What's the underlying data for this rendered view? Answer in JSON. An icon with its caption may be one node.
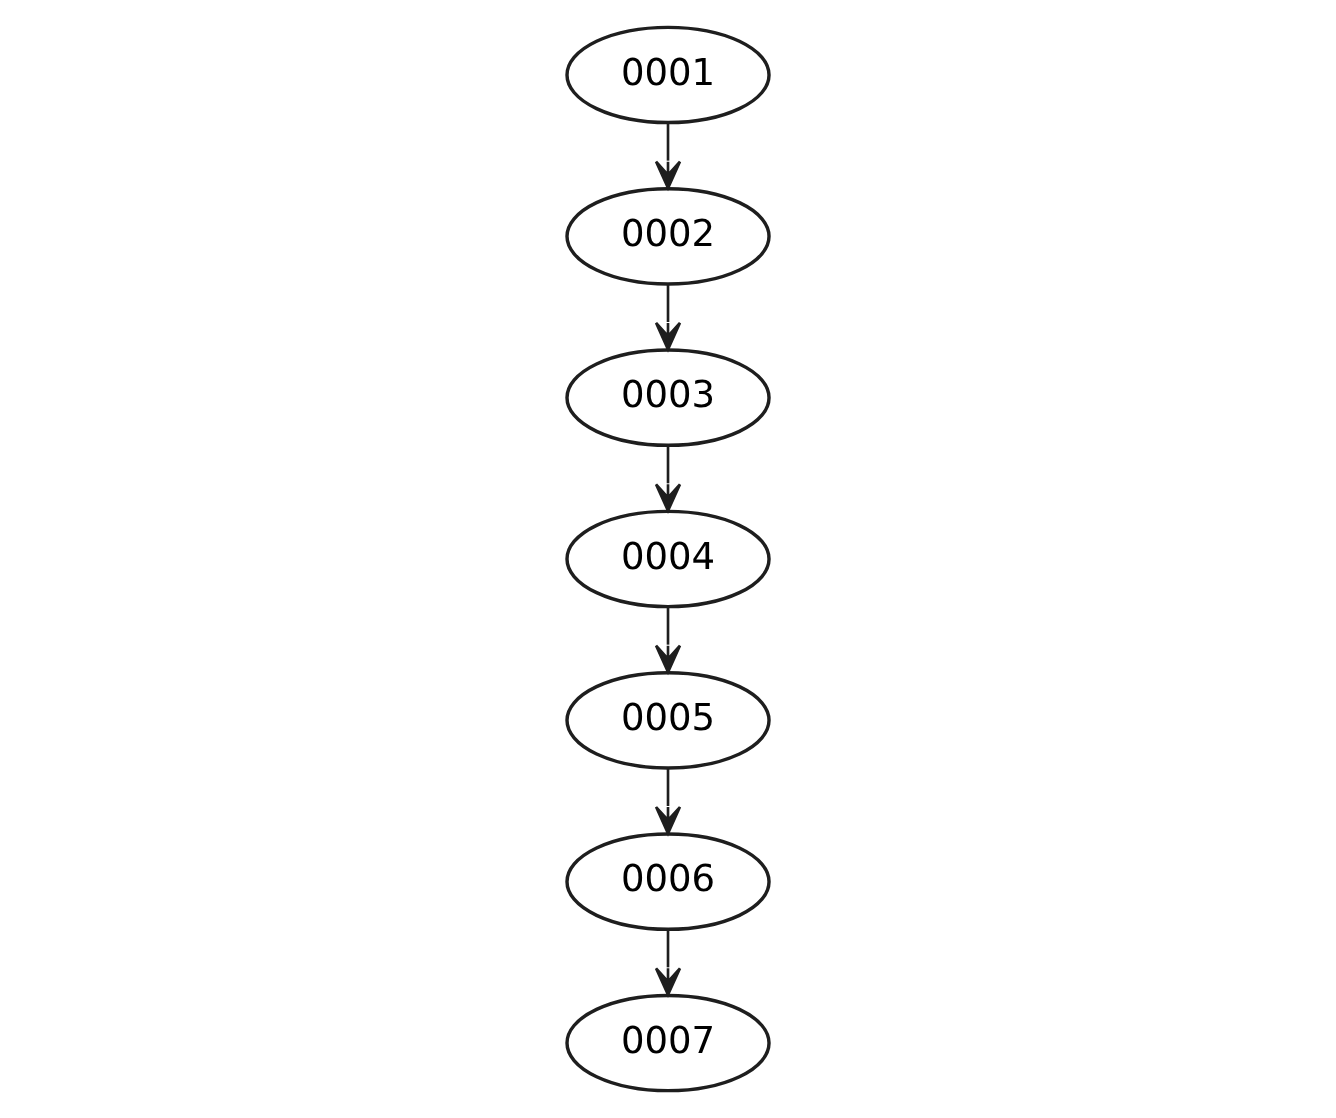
{
  "diagram": {
    "nodes": [
      {
        "text": [
          "0001"
        ]
      },
      {
        "text": [
          "0002"
        ]
      },
      {
        "text": [
          "0003"
        ]
      },
      {
        "text": [
          "0004"
        ]
      },
      {
        "text": [
          "0005"
        ]
      },
      {
        "text": [
          "0006"
        ]
      },
      {
        "text": [
          "0007"
        ]
      }
    ],
    "edges": [
      {
        "from": 0,
        "to": 1,
        "arrow": "to"
      },
      {
        "from": 1,
        "to": 2,
        "arrow": "to"
      },
      {
        "from": 2,
        "to": 3,
        "arrow": "to"
      },
      {
        "from": 3,
        "to": 4,
        "arrow": "to"
      },
      {
        "from": 4,
        "to": 5,
        "arrow": "to"
      },
      {
        "from": 5,
        "to": 6,
        "arrow": "to"
      }
    ]
  }
}
